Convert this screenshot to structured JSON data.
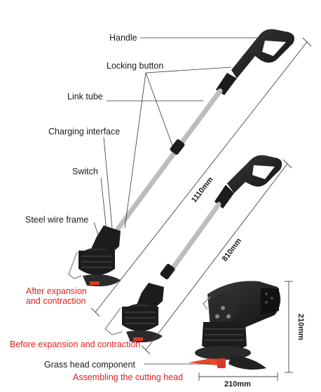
{
  "labels": {
    "handle": "Handle",
    "locking_button": "Locking button",
    "link_tube": "Link tube",
    "charging_interface": "Charging interface",
    "switch": "Switch",
    "steel_wire_frame": "Steel wire frame",
    "after_line1": "After expansion",
    "after_line2": "and contraction",
    "before": "Before expansion and contraction",
    "grass_head": "Grass head component",
    "assembling": "Assembling the cutting head"
  },
  "dimensions": {
    "long": "1110mm",
    "short": "810mm",
    "height": "210mm",
    "width": "210mm"
  },
  "colors": {
    "label_text": "#1a1a1a",
    "accent_red": "#e02020",
    "body_black": "#1c1c1c",
    "tube_silver": "#c8c8c8"
  }
}
